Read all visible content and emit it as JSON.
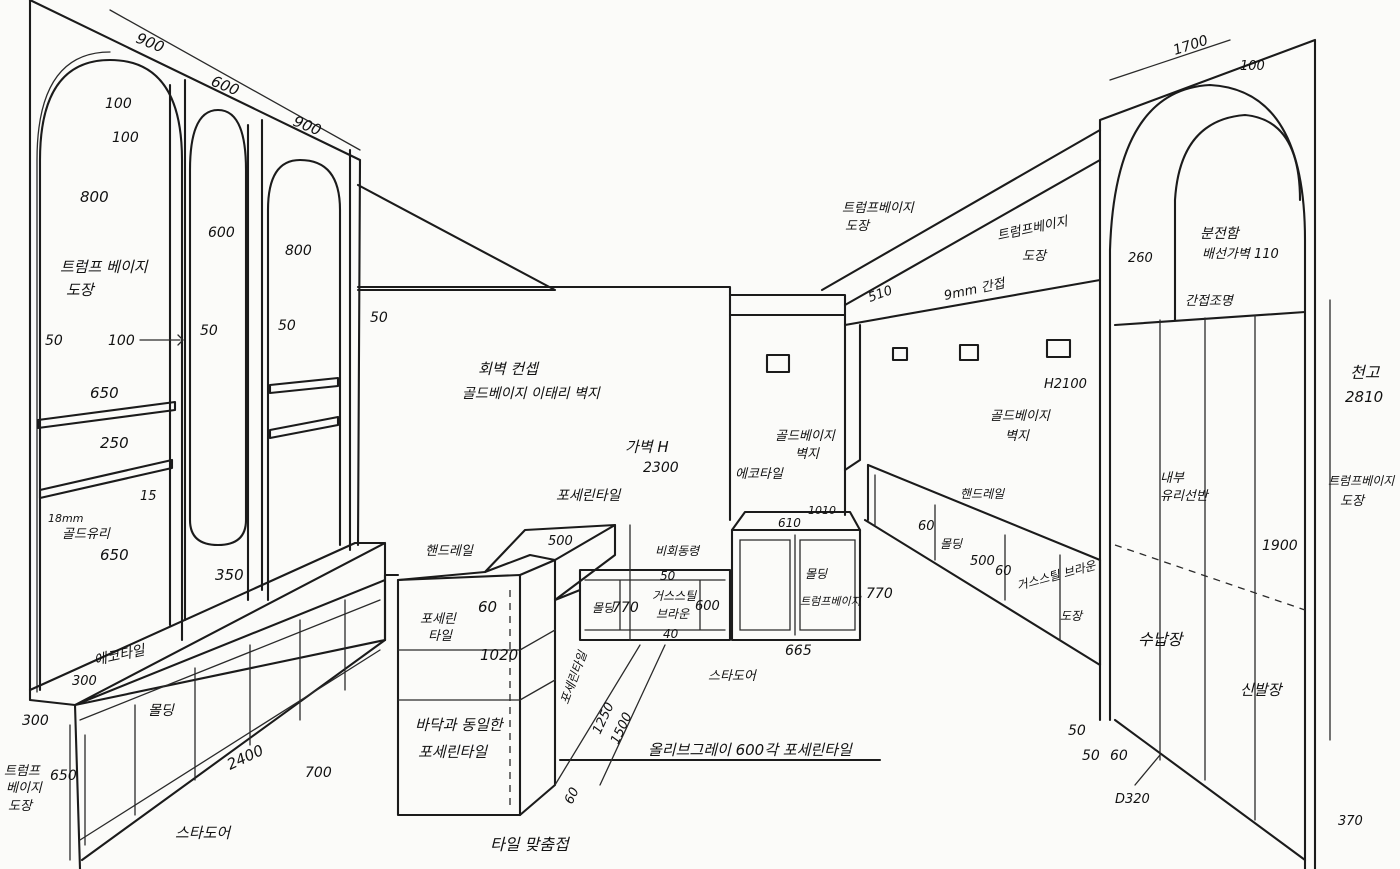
{
  "annotations": {
    "d_900_top": "900",
    "d_600_top": "600",
    "d_900_top2": "900",
    "d_100_a": "100",
    "d_100_b": "100",
    "d_800_left": "800",
    "d_600_mid": "600",
    "d_800_right": "800",
    "paint_left": "트럼프 베이지",
    "paint_left_2": "도장",
    "d_50_a": "50",
    "d_100_c": "100",
    "d_50_b": "50",
    "d_50_c": "50",
    "d_50_d": "50",
    "d_650_a": "650",
    "d_250": "250",
    "d_15": "15",
    "glass_shelf": "18mm",
    "glass_shelf_2": "골드유리",
    "d_650_b": "650",
    "d_350": "350",
    "ecotile": "에코타일",
    "d_300_a": "300",
    "molding_left": "몰딩",
    "d_300_b": "300",
    "d_650_c": "650",
    "paint_bl": "트럼프",
    "paint_bl_2": "베이지",
    "paint_bl_3": "도장",
    "d_2400": "2400",
    "d_700": "700",
    "stadoor_left": "스타도어",
    "wall_note": "회벽 컨셉",
    "wall_note_2": "골드베이지 이태리 벽지",
    "partition_h": "가벽 H",
    "partition_h_2": "2300",
    "porcelain_top": "포세린타일",
    "handrail": "핸드레일",
    "d_600_counter": "60",
    "d_500": "500",
    "porcelain_counter": "포세린",
    "porcelain_counter_2": "타일",
    "d_1020": "1020",
    "floor_same": "바닥과 동일한",
    "floor_same_2": "포세린타일",
    "tile_join": "타일 맞춤접",
    "porcelain_side": "포세린타일",
    "d_1250": "1250",
    "d_1500": "1500",
    "d_60_floor": "60",
    "d_760": "770",
    "molding_mid": "몰딩",
    "gas_steel": "거스스틸",
    "gas_steel_2": "브라운",
    "d_600_cab": "600",
    "hinge_note": "비회동령",
    "d_50_cab": "50",
    "d_40": "40",
    "floor_note": "올리브그레이 600각 포세린타일",
    "stadoor_mid": "스타도어",
    "gold_beige_box": "골드베이지",
    "gold_beige_box_2": "벽지",
    "ecotile_mid": "에코타일",
    "d_610": "610",
    "d_1010": "1010",
    "d_770_b": "770",
    "molding_cab": "몰딩",
    "paint_cab": "트럼프베이지",
    "d_665": "665",
    "paint_ceiling_a": "트럼프베이지",
    "paint_ceiling_a_2": "도장",
    "paint_ceiling_b": "트럼프베이지",
    "paint_ceiling_b_2": "도장",
    "d_510": "510",
    "led_note": "9mm 간접",
    "h2100": "H2100",
    "gold_beige_right": "골드베이지",
    "gold_beige_right_2": "벽지",
    "handrail_right": "핸드레일",
    "d_60_r": "60",
    "molding_right": "몰딩",
    "d_500_r": "500",
    "d_60_r2": "60",
    "gas_steel_right": "거스스틸 브라운",
    "gas_steel_right_2": "도장",
    "d_1700": "1700",
    "d_100_r": "100",
    "d_260": "260",
    "arch_note": "분전함",
    "arch_note_2": "배선가벽 110",
    "indirect": "간접조명",
    "ceiling_h": "천고",
    "ceiling_h_2": "2810",
    "paint_right": "트럼프베이지",
    "paint_right_2": "도장",
    "inner_glass": "내부",
    "inner_glass_2": "유리선반",
    "d_1900": "1900",
    "storage": "수납장",
    "shoe_cab": "신발장",
    "d_50_r": "50",
    "d_50_r2": "50",
    "d_60_r3": "60",
    "d320": "D320",
    "d_370": "370"
  }
}
